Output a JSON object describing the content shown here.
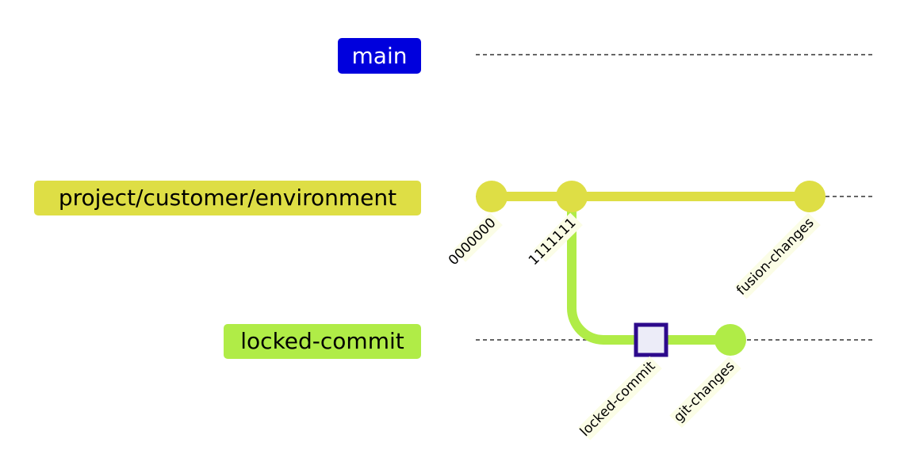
{
  "branches": [
    {
      "name": "main",
      "color": "#0000dd",
      "text_color": "#ffffff"
    },
    {
      "name": "project/customer/environment",
      "color": "#dede45",
      "text_color": "#000000"
    },
    {
      "name": "locked-commit",
      "color": "#b0ec47",
      "text_color": "#000000"
    }
  ],
  "commits": [
    {
      "id": "0000000",
      "branch": "project/customer/environment",
      "type": "normal"
    },
    {
      "id": "1111111",
      "branch": "project/customer/environment",
      "type": "normal"
    },
    {
      "id": "locked-commit",
      "branch": "locked-commit",
      "type": "highlight"
    },
    {
      "id": "git-changes",
      "branch": "locked-commit",
      "type": "normal"
    },
    {
      "id": "fusion-changes",
      "branch": "project/customer/environment",
      "type": "normal"
    }
  ],
  "colors": {
    "background": "#ffffff",
    "lane_dash": "#333333",
    "highlight_stroke": "#2d0a8c",
    "highlight_fill": "#ececf8",
    "commit_label_bg": "#fbfde6"
  }
}
